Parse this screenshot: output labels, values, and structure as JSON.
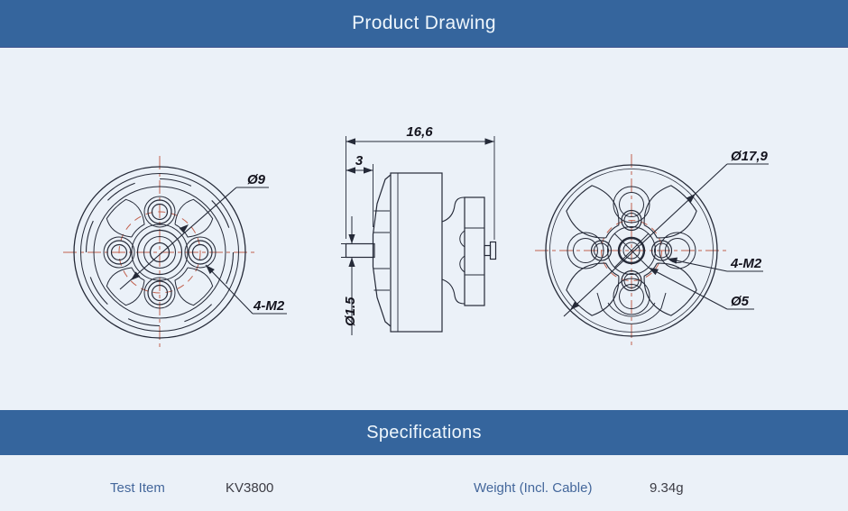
{
  "header": {
    "title": "Product Drawing"
  },
  "specifications": {
    "title": "Specifications",
    "rows": [
      {
        "label": "Test Item",
        "value": "KV3800"
      },
      {
        "label": "Weight (Incl. Cable)",
        "value": "9.34g"
      }
    ]
  },
  "drawing": {
    "front_view": {
      "bolt_circle_diameter": "Ø9",
      "mount_holes": "4-M2"
    },
    "side_view": {
      "overall_length": "16,6",
      "shaft_length": "3",
      "shaft_diameter": "Ø1.5"
    },
    "rear_view": {
      "outer_diameter": "Ø17,9",
      "mount_holes": "4-M2",
      "hub_diameter": "Ø5"
    }
  },
  "colors": {
    "accent_blue": "#35659d",
    "page_background": "#ebf1f8",
    "drawing_line": "#252a38",
    "centerline_red": "#c2614e",
    "spec_label_blue": "#44679b",
    "spec_value_dark": "#3c3c44"
  }
}
